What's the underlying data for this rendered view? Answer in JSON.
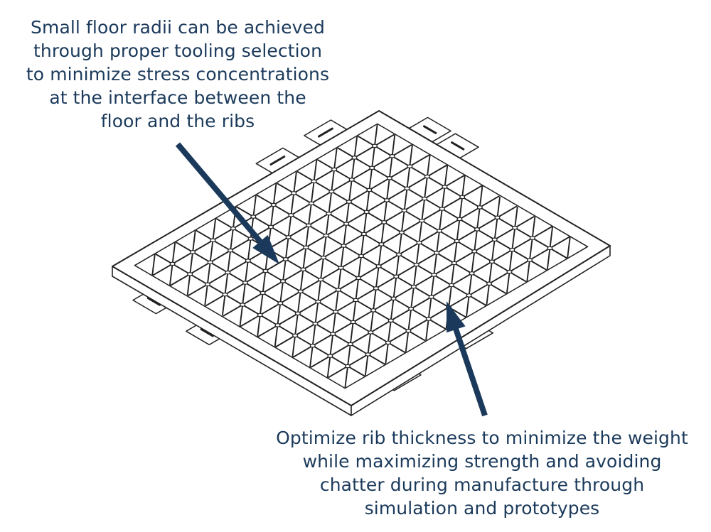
{
  "annotations": {
    "top": {
      "lines": [
        "Small floor radii can be achieved",
        "through proper tooling selection",
        "to minimize stress concentrations",
        "at the interface between the",
        "floor and the ribs"
      ]
    },
    "bottom": {
      "lines": [
        "Optimize rib thickness to minimize the weight",
        "while maximizing strength and avoiding",
        "chatter during manufacture through",
        "simulation and prototypes"
      ]
    }
  },
  "colors": {
    "text": "#1b3a5b",
    "arrow": "#1b3a5b",
    "line": "#222222",
    "background": "#ffffff"
  },
  "icons": [
    "isogrid-panel-illustration",
    "arrow-pointer-icon"
  ]
}
